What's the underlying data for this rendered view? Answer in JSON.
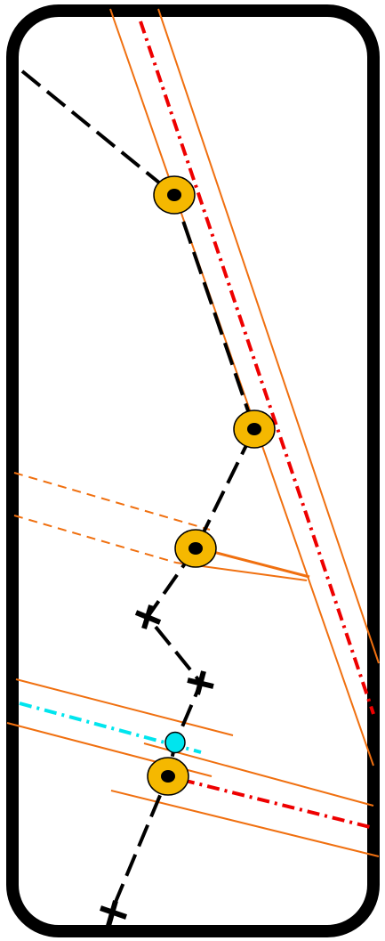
{
  "colors": {
    "background": "#ffffff",
    "frame": "#000000",
    "track": "#000000",
    "corridor": "#f07010",
    "red_line": "#ee0000",
    "cyan_line": "#00e5ee",
    "station_fill": "#f5b800",
    "station_dot": "#000000",
    "cyan_node": "#00e5ee"
  },
  "icons": {
    "station": "station-circle-icon",
    "endpoint": "cross-marker-icon",
    "junction": "cyan-node-icon"
  },
  "diagram": {
    "station_count": 4,
    "cross_marker_count": 3,
    "cyan_node_count": 1
  }
}
